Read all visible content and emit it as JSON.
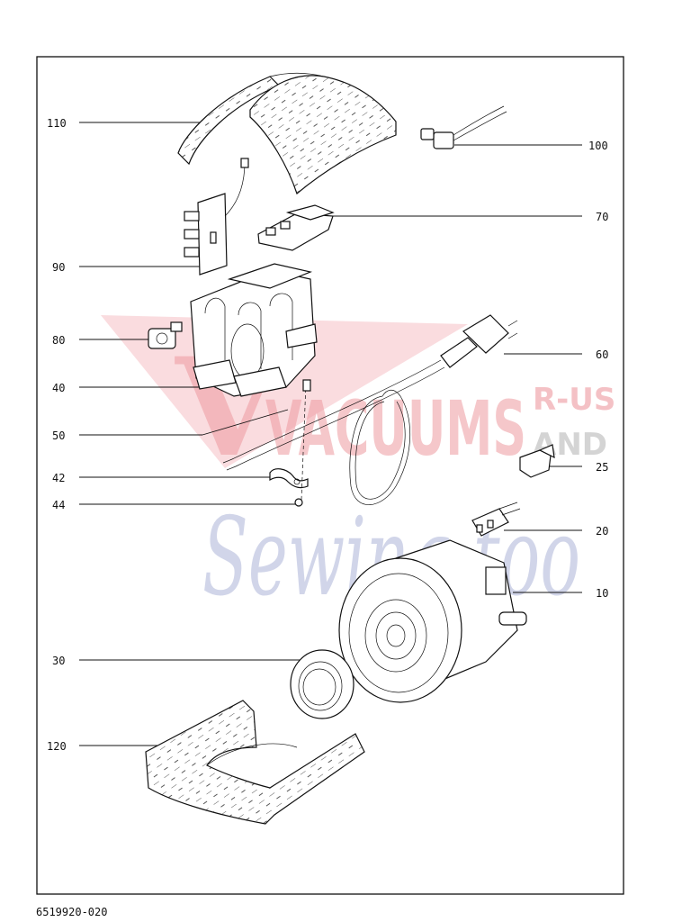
{
  "diagram": {
    "drawing_number": "6519920-020",
    "callouts": [
      "110",
      "100",
      "90",
      "70",
      "80",
      "60",
      "40",
      "50",
      "42",
      "25",
      "44",
      "20",
      "10",
      "30",
      "120"
    ]
  },
  "watermark": {
    "word1": "VACUUMS",
    "word2": "R-US",
    "word3": "AND",
    "word4": "Sewing too",
    "colors": {
      "red": "#e8777f",
      "blue": "#9aa4cf",
      "gray": "#b8b8b8"
    }
  }
}
